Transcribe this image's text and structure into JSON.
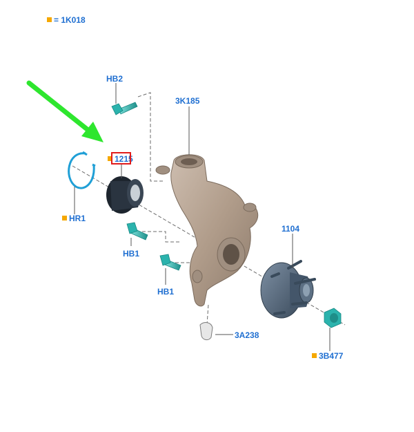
{
  "legend": {
    "marker_color": "#f5a800",
    "text": "= 1K018"
  },
  "labels": {
    "hb2": "HB2",
    "k3k185": "3K185",
    "p1215": "1215",
    "hr1": "HR1",
    "hb1_top": "HB1",
    "hb1_bottom": "HB1",
    "p1104": "1104",
    "a3a238": "3A238",
    "b3b477": "3B477"
  },
  "colors": {
    "label_text": "#1f6fd1",
    "highlight_box": "#e01b1b",
    "pointer_arrow": "#2ee62e",
    "knuckle": "#b5a393",
    "bearing": "#2a3440",
    "hub": "#4f6175",
    "bolt": "#3cc6c0",
    "leader": "#555555"
  }
}
